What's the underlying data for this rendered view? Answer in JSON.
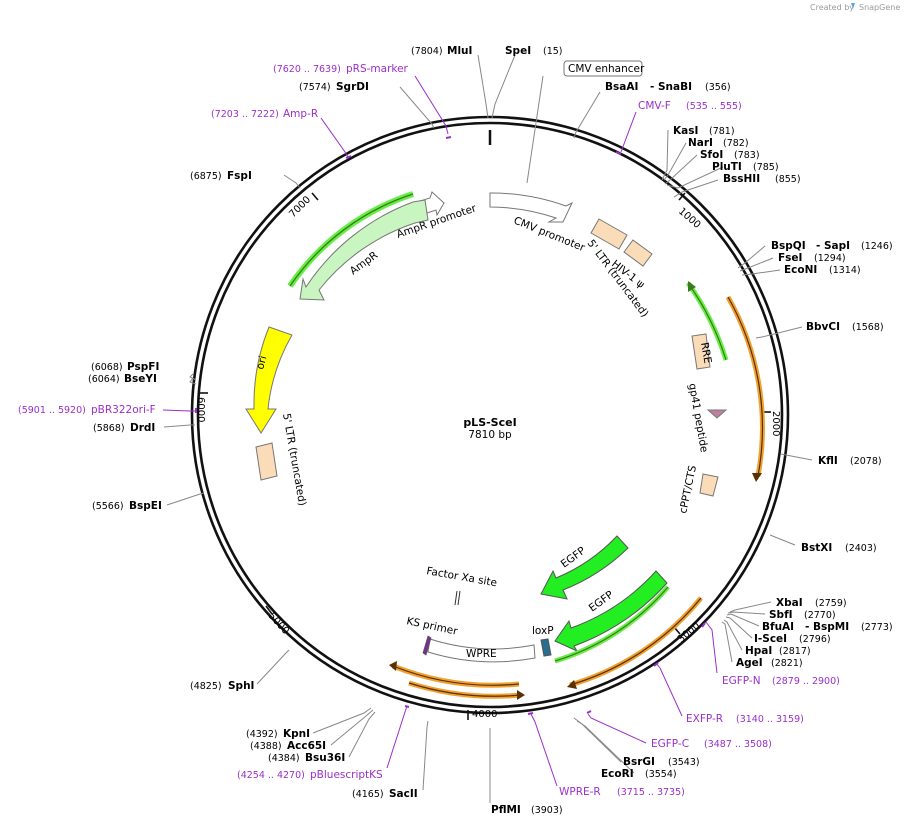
{
  "app": {
    "brand_prefix": "Created by",
    "brand_name": "SnapGene",
    "brand_icon": "snapgene-logo-icon"
  },
  "plasmid": {
    "name": "pLS-SceI",
    "size_label": "7810 bp"
  },
  "ticks": [
    "1000",
    "2000",
    "3000",
    "4000",
    "5000",
    "6000",
    "7000"
  ],
  "sites": [
    {
      "name": "MluI",
      "pos": "(7804)"
    },
    {
      "name": "SpeI",
      "pos": "(15)"
    },
    {
      "name": "SgrDI",
      "pos": "(7574)"
    },
    {
      "name": "BsaAI",
      "pos": "(356)"
    },
    {
      "name": "SnaBI",
      "pos": ""
    },
    {
      "name": "FspI",
      "pos": "(6875)"
    },
    {
      "name": "KasI",
      "pos": "(781)"
    },
    {
      "name": "NarI",
      "pos": "(782)"
    },
    {
      "name": "SfoI",
      "pos": "(783)"
    },
    {
      "name": "PluTI",
      "pos": "(785)"
    },
    {
      "name": "BssHII",
      "pos": "(855)"
    },
    {
      "name": "BspQI",
      "pos": "(1246)"
    },
    {
      "name": "SapI",
      "pos": ""
    },
    {
      "name": "FseI",
      "pos": "(1294)"
    },
    {
      "name": "EcoNI",
      "pos": "(1314)"
    },
    {
      "name": "BbvCI",
      "pos": "(1568)"
    },
    {
      "name": "PspFI",
      "pos": "(6068)"
    },
    {
      "name": "BseYI",
      "pos": "(6064)"
    },
    {
      "name": "DrdI",
      "pos": "(5868)"
    },
    {
      "name": "KflI",
      "pos": "(2078)"
    },
    {
      "name": "BspEI",
      "pos": "(5566)"
    },
    {
      "name": "BstXI",
      "pos": "(2403)"
    },
    {
      "name": "XbaI",
      "pos": "(2759)"
    },
    {
      "name": "SbfI",
      "pos": "(2770)"
    },
    {
      "name": "BfuAI",
      "pos": "(2773)"
    },
    {
      "name": "BspMI",
      "pos": ""
    },
    {
      "name": "I-SceI",
      "pos": "(2796)"
    },
    {
      "name": "HpaI",
      "pos": "(2817)"
    },
    {
      "name": "AgeI",
      "pos": "(2821)"
    },
    {
      "name": "SphI",
      "pos": "(4825)"
    },
    {
      "name": "KpnI",
      "pos": "(4392)"
    },
    {
      "name": "Acc65I",
      "pos": "(4388)"
    },
    {
      "name": "Bsu36I",
      "pos": "(4384)"
    },
    {
      "name": "SacII",
      "pos": "(4165)"
    },
    {
      "name": "PflMI",
      "pos": "(3903)"
    },
    {
      "name": "BsrGI",
      "pos": "(3543)"
    },
    {
      "name": "EcoRI",
      "pos": "(3554)"
    }
  ],
  "primers": [
    {
      "name": "pRS-marker",
      "pos": "(7620 .. 7639)"
    },
    {
      "name": "Amp-R",
      "pos": "(7203 .. 7222)"
    },
    {
      "name": "CMV-F",
      "pos": "(535 .. 555)"
    },
    {
      "name": "pBR322ori-F",
      "pos": "(5901 .. 5920)"
    },
    {
      "name": "EGFP-N",
      "pos": "(2879 .. 2900)"
    },
    {
      "name": "EXFP-R",
      "pos": "(3140 .. 3159)"
    },
    {
      "name": "EGFP-C",
      "pos": "(3487 .. 3508)"
    },
    {
      "name": "WPRE-R",
      "pos": "(3715 .. 3735)"
    },
    {
      "name": "pBluescriptKS",
      "pos": "(4254 .. 4270)"
    }
  ],
  "features": {
    "cmv_enhancer": "CMV enhancer",
    "cmv_promoter": "CMV promoter",
    "hiv_psi": "HIV-1 ψ",
    "ltr_right": "5' LTR (truncated)",
    "ampr_promoter": "AmpR promoter",
    "ampr": "AmpR",
    "ori": "ori",
    "ltr_left": "5' LTR (truncated)",
    "rre": "RRE",
    "gp41": "gp41 peptide",
    "cppt": "cPPT/CTS",
    "egfp1": "EGFP",
    "egfp2": "EGFP",
    "factor_xa": "Factor Xa site",
    "ks_primer": "KS primer",
    "loxp": "loxP",
    "wpre": "WPRE"
  },
  "colors": {
    "backbone": "#111111",
    "primer": "#9b2fc9",
    "orf_green": "#66ee44",
    "ampr_fill": "#c8f5c0",
    "ori_fill": "#ffff00",
    "misc_fill": "#fbdcb8",
    "egfp_fill": "#22ee22",
    "orange": "#f0a030"
  }
}
